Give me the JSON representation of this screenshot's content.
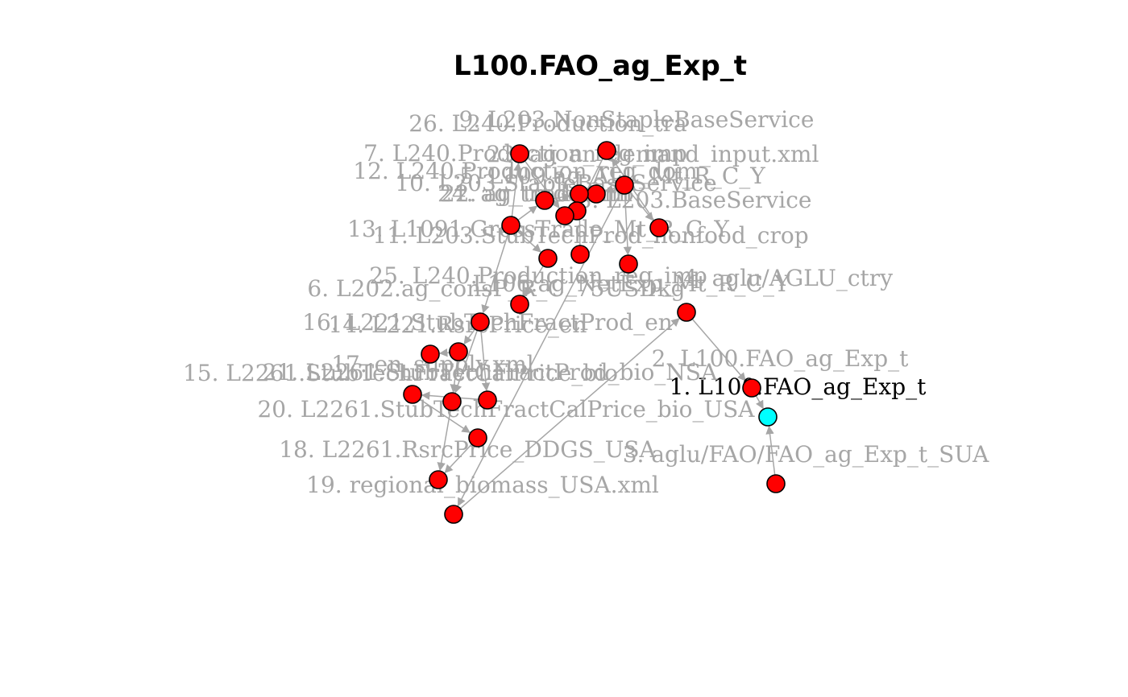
{
  "title": "L100.FAO_ag_Exp_t",
  "colors": {
    "focus_node": "#00ffff",
    "other_node": "#ff0000",
    "focus_label": "#000000",
    "other_label": "#a6a6a6",
    "edge": "#a6a6a6"
  },
  "nodes": [
    {
      "id": 1,
      "label": "1. L100.FAO_ag_Exp_t",
      "focus": true
    },
    {
      "id": 2,
      "label": "2. L100.FAO_ag_Exp_t",
      "focus": false
    },
    {
      "id": 3,
      "label": "3. aglu/FAO/FAO_ag_Exp_t_SUA",
      "focus": false
    },
    {
      "id": 4,
      "label": "4. aglu/AGLU_ctry",
      "focus": false
    },
    {
      "id": 5,
      "label": "5. L109.ag_ALL_Mt_R_C_Y",
      "focus": false
    },
    {
      "id": 6,
      "label": "6. L202.ag_consP_R_C_75USDkg",
      "focus": false
    },
    {
      "id": 7,
      "label": "7. L240.Production_reg_imp",
      "focus": false
    },
    {
      "id": 8,
      "label": "8. L203.BaseService",
      "focus": false
    },
    {
      "id": 9,
      "label": "9. L203.NonStapleBaseService",
      "focus": false
    },
    {
      "id": 10,
      "label": "10. L203.StapleBaseService",
      "focus": false
    },
    {
      "id": 11,
      "label": "11. L203.StubTechProd_nonfood_crop",
      "focus": false
    },
    {
      "id": 12,
      "label": "12. L240.Production_reg_dom",
      "focus": false
    },
    {
      "id": 13,
      "label": "13. L1091.GrossTrade_Mt_R_C_Y",
      "focus": false
    },
    {
      "id": 14,
      "label": "14. L221.RsrcPrice_en",
      "focus": false
    },
    {
      "id": 15,
      "label": "15. L2261.StubTechFractCalPrice_bio",
      "focus": false
    },
    {
      "id": 16,
      "label": "16. L221.StubTechFractProd_en",
      "focus": false
    },
    {
      "id": 17,
      "label": "17. en_supply.xml",
      "focus": false
    },
    {
      "id": 18,
      "label": "18. L2261.RsrcPrice_DDGS_USA",
      "focus": false
    },
    {
      "id": 19,
      "label": "19. regional_biomass_USA.xml",
      "focus": false
    },
    {
      "id": 20,
      "label": "20. L2261.StubTechFractCalPrice_bio_USA",
      "focus": false
    },
    {
      "id": 21,
      "label": "21. L2261.StubTechFractProd_bio_NSA",
      "focus": false
    },
    {
      "id": 22,
      "label": "22. ag_trade.xml",
      "focus": false
    },
    {
      "id": 23,
      "label": "23. ag_an_demand_input.xml",
      "focus": false
    },
    {
      "id": 24,
      "label": "24. ag_trade.xml",
      "focus": false
    },
    {
      "id": 25,
      "label": "25. L240.Production_reg_imp",
      "focus": false
    },
    {
      "id": 26,
      "label": "26. L240.Production_tra",
      "focus": false
    },
    {
      "id": 27,
      "label": "L106.ag_NetExp_Mt_R_C_Y",
      "focus": false
    }
  ],
  "edges": [
    [
      3,
      1
    ],
    [
      2,
      1
    ],
    [
      4,
      2
    ],
    [
      27,
      4
    ],
    [
      5,
      27
    ],
    [
      5,
      11
    ],
    [
      5,
      8
    ],
    [
      5,
      10
    ],
    [
      13,
      12
    ],
    [
      13,
      7
    ],
    [
      13,
      25
    ],
    [
      13,
      16
    ],
    [
      16,
      14
    ],
    [
      16,
      17
    ],
    [
      14,
      21
    ],
    [
      14,
      20
    ],
    [
      17,
      15
    ],
    [
      20,
      19
    ],
    [
      15,
      18
    ],
    [
      18,
      19
    ],
    [
      26,
      22
    ],
    [
      9,
      23
    ],
    [
      7,
      24
    ],
    [
      8,
      9
    ],
    [
      25,
      6
    ],
    [
      16,
      20
    ],
    [
      12,
      22
    ]
  ]
}
